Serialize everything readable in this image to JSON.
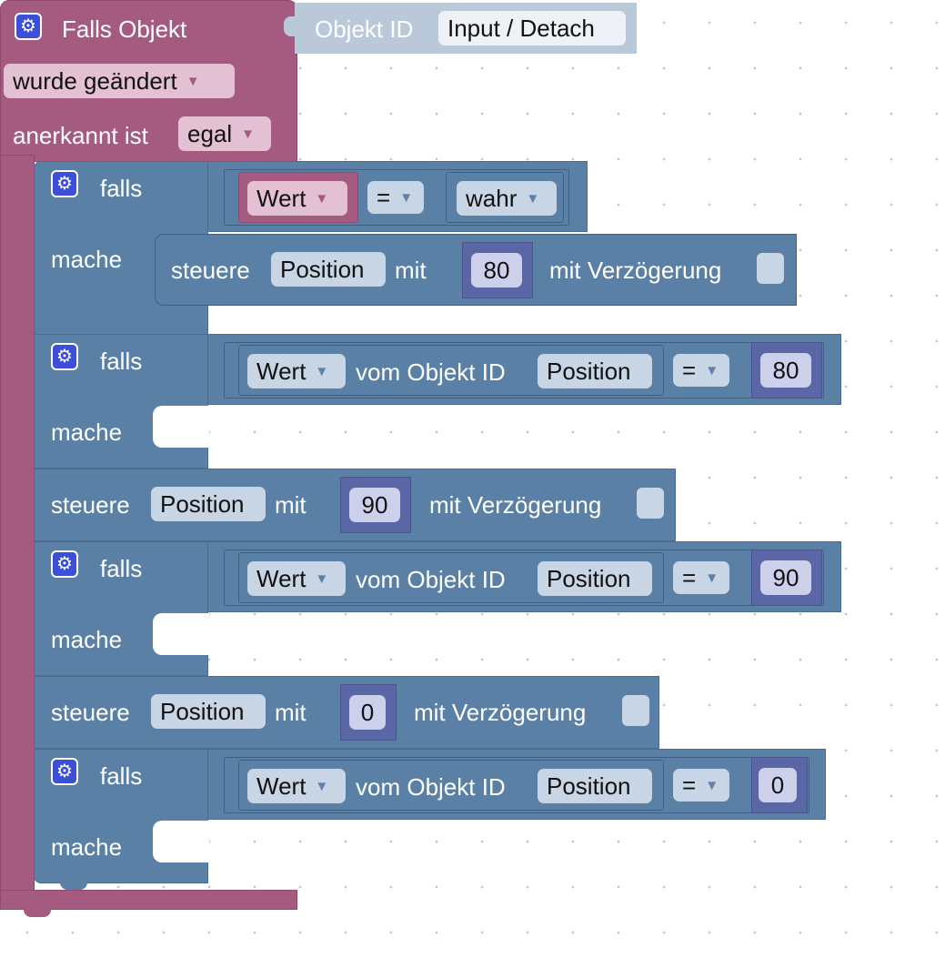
{
  "event_block": {
    "title": "Falls Objekt",
    "object_label": "Objekt ID",
    "object_value": "Input / Detach",
    "trigger_value": "wurde geändert",
    "ack_label": "anerkannt ist",
    "ack_value": "egal"
  },
  "if_blocks": [
    {
      "if_label": "falls",
      "do_label": "mache",
      "left_value": "Wert",
      "operator": "=",
      "right_value": "wahr",
      "inner_action": {
        "label": "steuere",
        "target": "Position",
        "with_label": "mit",
        "value": "80",
        "delay_label": "mit Verzögerung"
      }
    },
    {
      "if_label": "falls",
      "do_label": "mache",
      "left_value": "Wert",
      "of_label": "vom Objekt ID",
      "object": "Position",
      "operator": "=",
      "right_value": "80"
    },
    {
      "if_label": "falls",
      "do_label": "mache",
      "left_value": "Wert",
      "of_label": "vom Objekt ID",
      "object": "Position",
      "operator": "=",
      "right_value": "90"
    },
    {
      "if_label": "falls",
      "do_label": "mache",
      "left_value": "Wert",
      "of_label": "vom Objekt ID",
      "object": "Position",
      "operator": "=",
      "right_value": "0"
    }
  ],
  "set_blocks": [
    {
      "label": "steuere",
      "target": "Position",
      "with_label": "mit",
      "value": "90",
      "delay_label": "mit Verzögerung"
    },
    {
      "label": "steuere",
      "target": "Position",
      "with_label": "mit",
      "value": "0",
      "delay_label": "mit Verzögerung"
    }
  ],
  "icons": {
    "gear": "gear-icon",
    "dropdown": "triangle-down"
  },
  "colors": {
    "event": "#a55b80",
    "logic": "#5b80a5",
    "number": "#5b67a5",
    "object_id": "#b9c9da",
    "gear": "#3b4fd8"
  }
}
